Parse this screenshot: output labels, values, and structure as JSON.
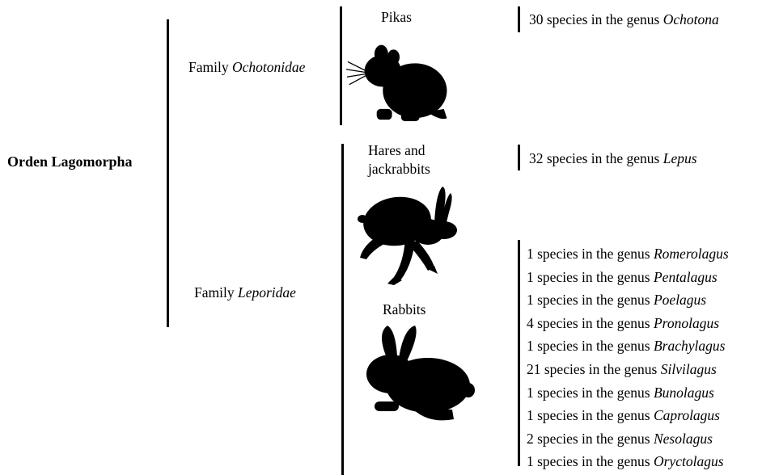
{
  "order": {
    "label": "Orden Lagomorpha"
  },
  "families": [
    {
      "prefix": "Family",
      "name": "Ochotonidae",
      "groups": [
        {
          "label": "Pikas",
          "icon": "pika-silhouette-icon",
          "species": [
            {
              "count": "30",
              "text": "species in the genus",
              "genus": "Ochotona"
            }
          ]
        }
      ]
    },
    {
      "prefix": "Family",
      "name": "Leporidae",
      "groups": [
        {
          "label_line1": "Hares and",
          "label_line2": "jackrabbits",
          "icon": "hare-silhouette-icon",
          "species": [
            {
              "count": "32",
              "text": "species in the genus",
              "genus": "Lepus"
            }
          ]
        },
        {
          "label": "Rabbits",
          "icon": "rabbit-silhouette-icon",
          "species": [
            {
              "count": "1",
              "text": "species in the genus",
              "genus": "Romerolagus"
            },
            {
              "count": "1",
              "text": "species in the genus",
              "genus": "Pentalagus"
            },
            {
              "count": "1",
              "text": "species in the genus",
              "genus": "Poelagus"
            },
            {
              "count": "4",
              "text": "species in the genus",
              "genus": "Pronolagus"
            },
            {
              "count": "1",
              "text": "species in the genus",
              "genus": "Brachylagus"
            },
            {
              "count": "21",
              "text": "species in the genus",
              "genus": "Silvilagus"
            },
            {
              "count": "1",
              "text": "species in the genus",
              "genus": "Bunolagus"
            },
            {
              "count": "1",
              "text": "species in the genus",
              "genus": "Caprolagus"
            },
            {
              "count": "2",
              "text": "species in the genus",
              "genus": "Nesolagus"
            },
            {
              "count": "1",
              "text": "species in the genus",
              "genus": "Oryctolagus"
            }
          ]
        }
      ]
    }
  ],
  "colors": {
    "ink": "#000000",
    "background": "#ffffff"
  }
}
